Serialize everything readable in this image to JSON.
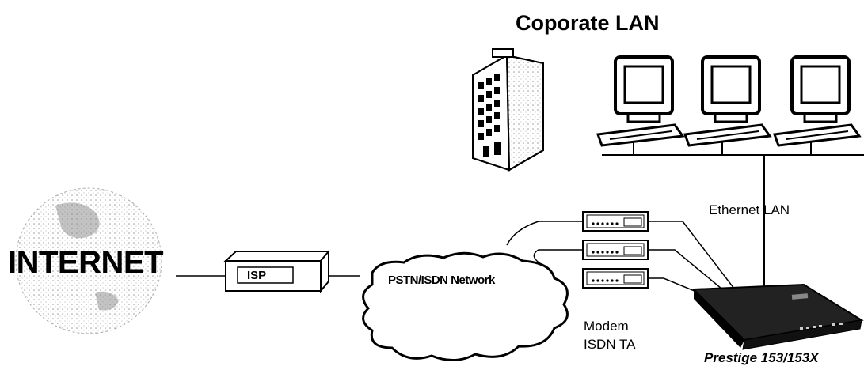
{
  "labels": {
    "title": "Coporate LAN",
    "internet": "INTERNET",
    "isp": "ISP",
    "pstn_network": "PSTN/ISDN Network",
    "ethernet_lan": "Ethernet LAN",
    "modem": "Modem",
    "isdn_ta": "ISDN TA",
    "device": "Prestige 153/153X"
  },
  "colors": {
    "line": "#000000",
    "background": "#ffffff",
    "shade": "#bbbbbb"
  },
  "icons": [
    "globe-icon",
    "building-icon",
    "computer-icon",
    "isp-box-icon",
    "cloud-icon",
    "modem-icon",
    "router-icon"
  ]
}
